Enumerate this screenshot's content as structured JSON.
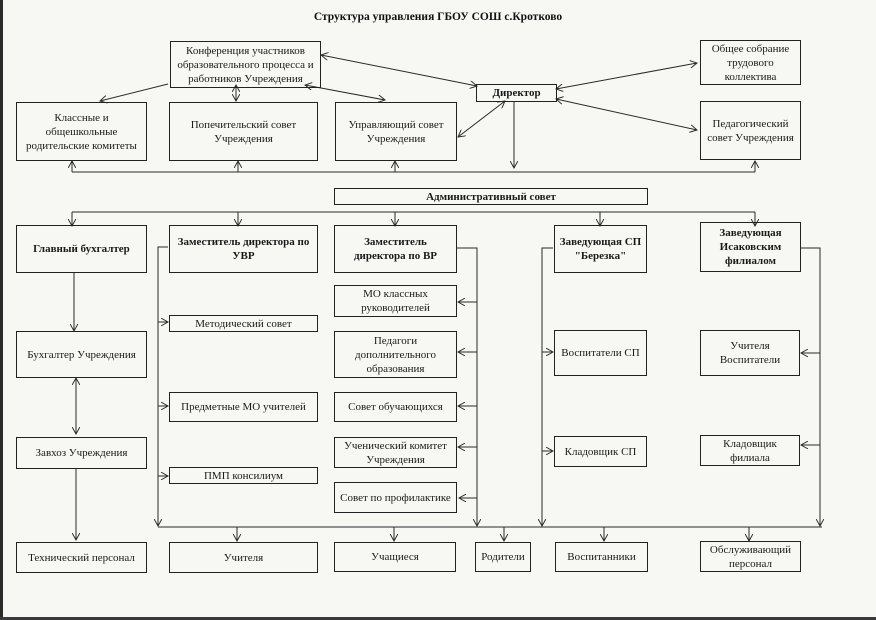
{
  "title": "Структура управления ГБОУ СОШ с.Кротково",
  "nodes": {
    "conference": "Конференция участников\nобразовательного процесса и\nработников Учреждения",
    "director": "Директор",
    "general_meeting": "Общее собрание\nтрудового\nколлектива",
    "class_committees": "Классные и\nобщешкольные\nродительские комитеты",
    "trustee_council": "Попечительский совет\nУчреждения",
    "governing_council": "Управляющий совет\nУчреждения",
    "pedagogical_council": "Педагогический\nсовет Учреждения",
    "admin_council": "Административный совет",
    "chief_accountant": "Главный бухгалтер",
    "deputy_uvr": "Заместитель директора по\nУВР",
    "deputy_vr": "Заместитель\nдиректора по ВР",
    "head_sp": "Заведующая СП\n\"Березка\"",
    "head_branch": "Заведующая\nИсаковским\nфилиалом",
    "accountant": "Бухгалтер Учреждения",
    "supply_manager": "Завхоз Учреждения",
    "methodical_council": "Методический совет",
    "subject_mo": "Предметные МО учителей",
    "pmp_council": "ПМП консилиум",
    "mo_class_leaders": "МО классных\nруководителей",
    "additional_teachers": "Педагоги\nдополнительного\nобразования",
    "student_council": "Совет обучающихся",
    "student_committee": "Ученический комитет\nУчреждения",
    "prevention_council": "Совет по профилактике",
    "sp_educators": "Воспитатели СП",
    "sp_storekeeper": "Кладовщик СП",
    "branch_teachers": "Учителя\nВоспитатели",
    "branch_storekeeper": "Кладовщик\nфилиала",
    "tech_staff": "Технический персонал",
    "teachers": "Учителя",
    "students": "Учащиеся",
    "parents": "Родители",
    "pupils": "Воспитанники",
    "service_staff": "Обслуживающий\nперсонал"
  },
  "colors": {
    "line": "#2a2a2a",
    "background": "#f7f8f3"
  }
}
